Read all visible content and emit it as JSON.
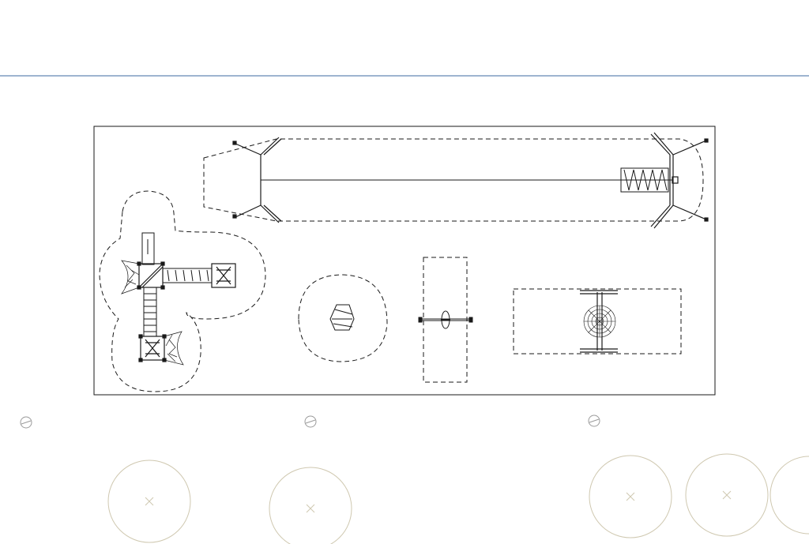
{
  "drawing": {
    "colors": {
      "background": "#ffffff",
      "guide_line": "#3d6aa0",
      "linework": "#1a1a1a",
      "tree_symbol": "#cfc8b0",
      "marker_symbol": "#9a9a9a"
    },
    "elements": [
      "site-boundary",
      "zipline",
      "play-tower",
      "spring-rider",
      "seesaw",
      "nest-swing",
      "utility-marker",
      "tree-symbol"
    ]
  }
}
